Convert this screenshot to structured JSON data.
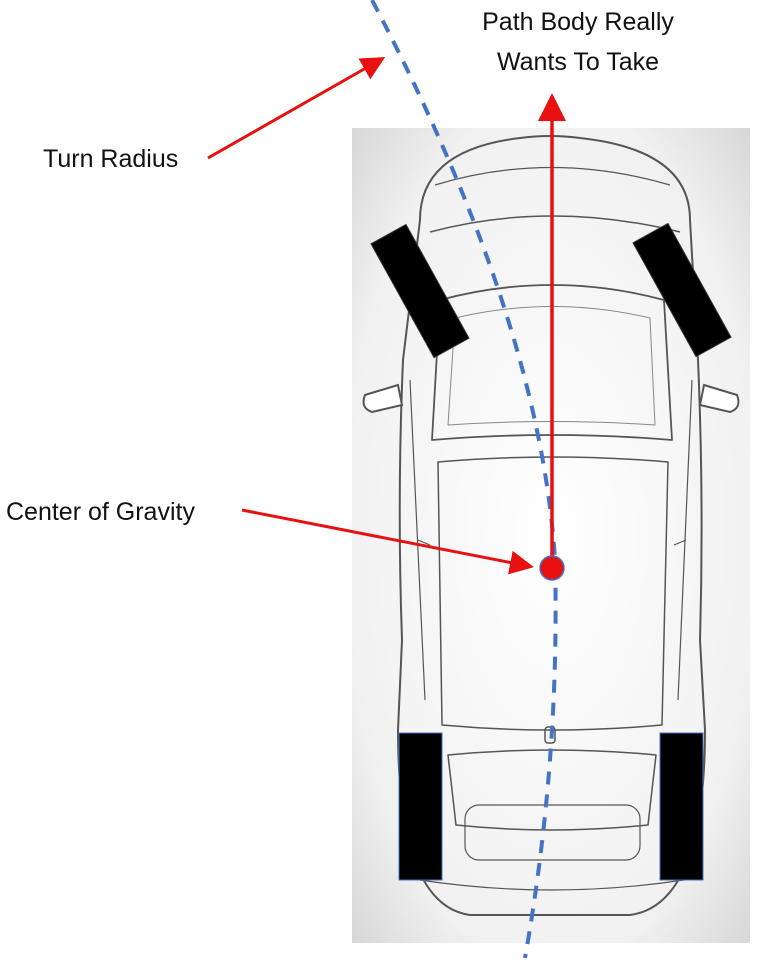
{
  "labels": {
    "path_line1": "Path Body Really",
    "path_line2": "Wants To Take",
    "turn_radius": "Turn Radius",
    "center_of_gravity": "Center of Gravity"
  },
  "colors": {
    "arrow": "#e81010",
    "turn_path": "#4472c4",
    "tire": "#000000",
    "car_outline": "#555555",
    "background_panel": "#eeeeee"
  }
}
